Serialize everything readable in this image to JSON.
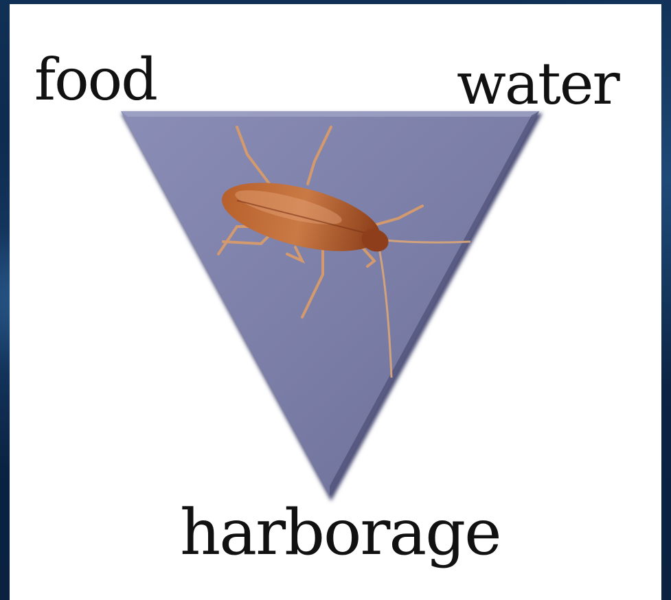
{
  "diagram": {
    "labels": {
      "top_left": "food",
      "top_right": "water",
      "bottom": "harborage"
    },
    "center_image": "cockroach",
    "colors": {
      "triangle": "#7f82aa",
      "background": "#0d2a4a",
      "panel": "#ffffff",
      "text": "#111111",
      "insect": "#a8552a"
    }
  }
}
